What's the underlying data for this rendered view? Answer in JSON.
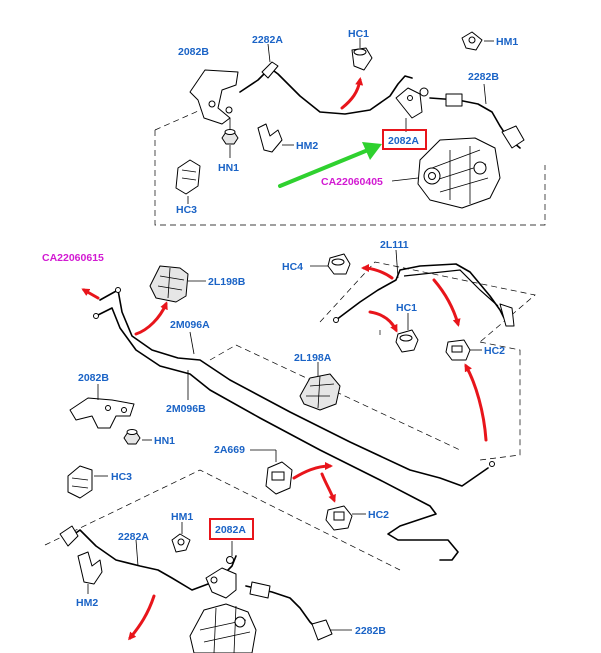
{
  "colors": {
    "callout_text": "#1a63c6",
    "reference_text": "#d21ad2",
    "highlight_box": "#e8151b",
    "red_arrows": "#e8151b",
    "green_arrow": "#2fd12f",
    "lines": "#000000"
  },
  "top_group": {
    "labels": {
      "bracket": "2082B",
      "pipe_upper": "2282A",
      "clip_hc1": "HC1",
      "clip_hm1": "HM1",
      "pipe_right": "2282B",
      "highlighted_part": "2082A",
      "nut": "HN1",
      "clip_hm2": "HM2",
      "clip_hc3": "HC3"
    },
    "reference": "CA22060405"
  },
  "lower_group": {
    "reference": "CA22060615",
    "labels": {
      "pipe_2l111": "2L111",
      "clip_hc4": "HC4",
      "clip_hc1": "HC1",
      "clip_hc2_right": "HC2",
      "holder_2l198b": "2L198B",
      "pipe_2m096a": "2M096A",
      "pipe_2m096b": "2M096B",
      "holder_2l198a": "2L198A",
      "bracket_2082b": "2082B",
      "nut_hn1": "HN1",
      "clip_hc3": "HC3",
      "clip_2a669": "2A669",
      "clip_hc2": "HC2",
      "clip_hm1": "HM1",
      "highlighted_part": "2082A",
      "pipe_2282a": "2282A",
      "clip_hm2": "HM2",
      "pipe_2282b": "2282B"
    }
  }
}
